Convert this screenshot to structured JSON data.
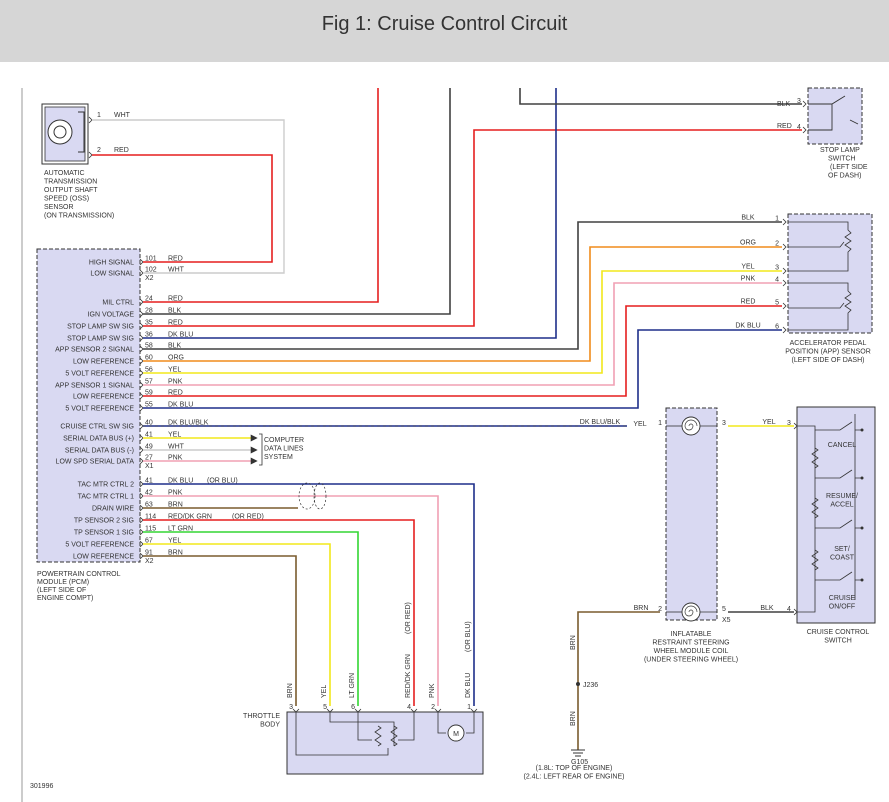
{
  "header": {
    "title": "Fig 1: Cruise Control Circuit"
  },
  "colors": {
    "RED": "#e51f1f",
    "WHT": "#cccccc",
    "BLK": "#404040",
    "DK BLU": "#1e2f8a",
    "ORG": "#f08c1c",
    "YEL": "#f2e81c",
    "PNK": "#f0a0b4",
    "LT GRN": "#33d633",
    "BRN": "#7a5c2e",
    "MODULE_FILL": "#d9d9f2"
  },
  "oss_sensor": {
    "caption": [
      "AUTOMATIC",
      "TRANSMISSION",
      "OUTPUT SHAFT",
      "SPEED (OSS)",
      "SENSOR",
      "(ON TRANSMISSION)"
    ],
    "pins": [
      {
        "pin": "1",
        "wire": "WHT"
      },
      {
        "pin": "2",
        "wire": "RED"
      }
    ]
  },
  "pcm": {
    "caption": [
      "POWERTRAIN CONTROL",
      "MODULE (PCM)",
      "(LEFT SIDE OF",
      "ENGINE COMPT)"
    ],
    "connectors": [
      "X2",
      "X1",
      "X2"
    ],
    "rows": [
      {
        "signal": "HIGH SIGNAL",
        "pin": "101",
        "wire": "RED"
      },
      {
        "signal": "LOW SIGNAL",
        "pin": "102",
        "wire": "WHT"
      },
      {
        "signal": "MIL CTRL",
        "pin": "24",
        "wire": "RED"
      },
      {
        "signal": "IGN VOLTAGE",
        "pin": "28",
        "wire": "BLK"
      },
      {
        "signal": "STOP LAMP SW SIG",
        "pin": "35",
        "wire": "RED"
      },
      {
        "signal": "STOP LAMP SW SIG",
        "pin": "36",
        "wire": "DK BLU"
      },
      {
        "signal": "APP SENSOR 2 SIGNAL",
        "pin": "58",
        "wire": "BLK"
      },
      {
        "signal": "LOW REFERENCE",
        "pin": "60",
        "wire": "ORG"
      },
      {
        "signal": "5 VOLT REFERENCE",
        "pin": "56",
        "wire": "YEL"
      },
      {
        "signal": "APP SENSOR 1 SIGNAL",
        "pin": "57",
        "wire": "PNK"
      },
      {
        "signal": "LOW REFERENCE",
        "pin": "59",
        "wire": "RED"
      },
      {
        "signal": "5 VOLT REFERENCE",
        "pin": "55",
        "wire": "DK BLU"
      },
      {
        "signal": "CRUISE CTRL SW SIG",
        "pin": "40",
        "wire": "DK BLU/BLK"
      },
      {
        "signal": "SERIAL DATA BUS (+)",
        "pin": "41",
        "wire": "YEL"
      },
      {
        "signal": "SERIAL DATA BUS (-)",
        "pin": "49",
        "wire": "WHT"
      },
      {
        "signal": "LOW SPD SERIAL DATA",
        "pin": "27",
        "wire": "PNK"
      },
      {
        "signal": "TAC MTR CTRL 2",
        "pin": "41",
        "wire": "DK BLU",
        "alt": "(OR BLU)"
      },
      {
        "signal": "TAC MTR CTRL 1",
        "pin": "42",
        "wire": "PNK"
      },
      {
        "signal": "DRAIN WIRE",
        "pin": "63",
        "wire": "BRN"
      },
      {
        "signal": "TP SENSOR 2 SIG",
        "pin": "114",
        "wire": "RED/DK GRN",
        "alt": "(OR RED)"
      },
      {
        "signal": "TP SENSOR 1 SIG",
        "pin": "115",
        "wire": "LT GRN"
      },
      {
        "signal": "5 VOLT REFERENCE",
        "pin": "67",
        "wire": "YEL"
      },
      {
        "signal": "LOW REFERENCE",
        "pin": "91",
        "wire": "BRN"
      }
    ]
  },
  "computer_data_lines": [
    "COMPUTER",
    "DATA LINES",
    "SYSTEM"
  ],
  "stop_lamp_switch": {
    "caption": [
      "STOP LAMP",
      "SWITCH",
      "(LEFT SIDE",
      "OF DASH)"
    ],
    "pins": [
      {
        "pin": "3",
        "wire": "BLK"
      },
      {
        "pin": "4",
        "wire": "RED"
      }
    ]
  },
  "app_sensor": {
    "caption": [
      "ACCELERATOR PEDAL",
      "POSITION (APP) SENSOR",
      "(LEFT SIDE OF DASH)"
    ],
    "pins": [
      {
        "pin": "1",
        "wire": "BLK"
      },
      {
        "pin": "2",
        "wire": "ORG"
      },
      {
        "pin": "3",
        "wire": "YEL"
      },
      {
        "pin": "4",
        "wire": "PNK"
      },
      {
        "pin": "5",
        "wire": "RED"
      },
      {
        "pin": "6",
        "wire": "DK BLU"
      }
    ]
  },
  "clockspring": {
    "caption": [
      "INFLATABLE",
      "RESTRAINT STEERING",
      "WHEEL MODULE COIL",
      "(UNDER STEERING WHEEL)"
    ],
    "connector": "X5",
    "left_top": {
      "wire_in": "DK BLU/BLK",
      "wire": "YEL",
      "pin": "1"
    },
    "right_top": {
      "pin": "3",
      "wire": "YEL"
    },
    "left_bottom": {
      "wire": "BRN",
      "pin": "2"
    },
    "right_bottom": {
      "pin": "5",
      "wire": "BLK"
    }
  },
  "cruise_switch": {
    "caption": [
      "CRUISE CONTROL",
      "SWITCH"
    ],
    "pins": [
      {
        "pin": "3",
        "wire": "YEL"
      },
      {
        "pin": "4",
        "wire": "BLK"
      }
    ],
    "positions": [
      [
        "CANCEL"
      ],
      [
        "RESUME/",
        "ACCEL"
      ],
      [
        "SET/",
        "COAST"
      ],
      [
        "CRUISE",
        "ON/OFF"
      ]
    ]
  },
  "throttle_body": {
    "caption": [
      "THROTTLE",
      "BODY"
    ],
    "pins": [
      {
        "pin": "3",
        "wire": "BRN"
      },
      {
        "pin": "5",
        "wire": "YEL"
      },
      {
        "pin": "6",
        "wire": "LT GRN"
      },
      {
        "pin": "4",
        "wire": "RED/DK GRN",
        "alt": "(OR RED)"
      },
      {
        "pin": "2",
        "wire": "PNK"
      },
      {
        "pin": "1",
        "wire": "DK BLU",
        "alt": "(OR BLU)"
      }
    ]
  },
  "ground": {
    "splice": "J236",
    "wire": "BRN",
    "name": "G105",
    "locations": [
      "(1.8L: TOP OF ENGINE)",
      "(2.4L: LEFT REAR OF ENGINE)"
    ]
  },
  "figure_id": "301996"
}
